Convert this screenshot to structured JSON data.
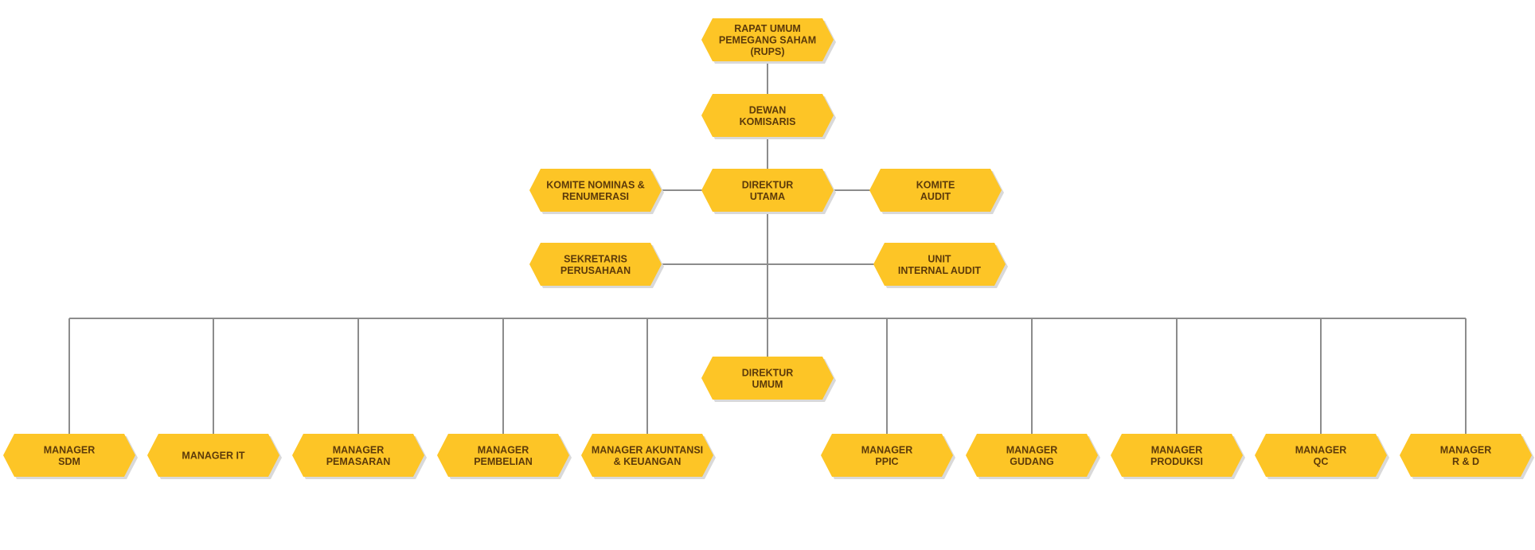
{
  "colors": {
    "node_fill": "#FDC526",
    "node_text": "#5C3A0A",
    "connector": "#8C8C8C"
  },
  "nodes": [
    {
      "id": "rups",
      "lines": [
        "RAPAT UMUM",
        "PEMEGANG SAHAM",
        "(RUPS)"
      ]
    },
    {
      "id": "dewan-komisaris",
      "lines": [
        "DEWAN",
        "KOMISARIS"
      ]
    },
    {
      "id": "direktur-utama",
      "lines": [
        "DIREKTUR",
        "UTAMA"
      ]
    },
    {
      "id": "komite-nominasi",
      "lines": [
        "KOMITE NOMINAS &",
        "RENUMERASI"
      ]
    },
    {
      "id": "komite-audit",
      "lines": [
        "KOMITE",
        "AUDIT"
      ]
    },
    {
      "id": "sekretaris-perusahaan",
      "lines": [
        "SEKRETARIS",
        "PERUSAHAAN"
      ]
    },
    {
      "id": "unit-internal-audit",
      "lines": [
        "UNIT",
        "INTERNAL AUDIT"
      ]
    },
    {
      "id": "direktur-umum",
      "lines": [
        "DIREKTUR",
        "UMUM"
      ]
    },
    {
      "id": "manager-sdm",
      "lines": [
        "MANAGER",
        "SDM"
      ]
    },
    {
      "id": "manager-it",
      "lines": [
        "MANAGER IT"
      ]
    },
    {
      "id": "manager-pemasaran",
      "lines": [
        "MANAGER",
        "PEMASARAN"
      ]
    },
    {
      "id": "manager-pembelian",
      "lines": [
        "MANAGER",
        "PEMBELIAN"
      ]
    },
    {
      "id": "manager-akuntansi",
      "lines": [
        "MANAGER AKUNTANSI",
        "& KEUANGAN"
      ]
    },
    {
      "id": "manager-ppic",
      "lines": [
        "MANAGER",
        "PPIC"
      ]
    },
    {
      "id": "manager-gudang",
      "lines": [
        "MANAGER",
        "GUDANG"
      ]
    },
    {
      "id": "manager-produksi",
      "lines": [
        "MANAGER",
        "PRODUKSI"
      ]
    },
    {
      "id": "manager-qc",
      "lines": [
        "MANAGER",
        "QC"
      ]
    },
    {
      "id": "manager-rd",
      "lines": [
        "MANAGER",
        "R & D"
      ]
    }
  ]
}
